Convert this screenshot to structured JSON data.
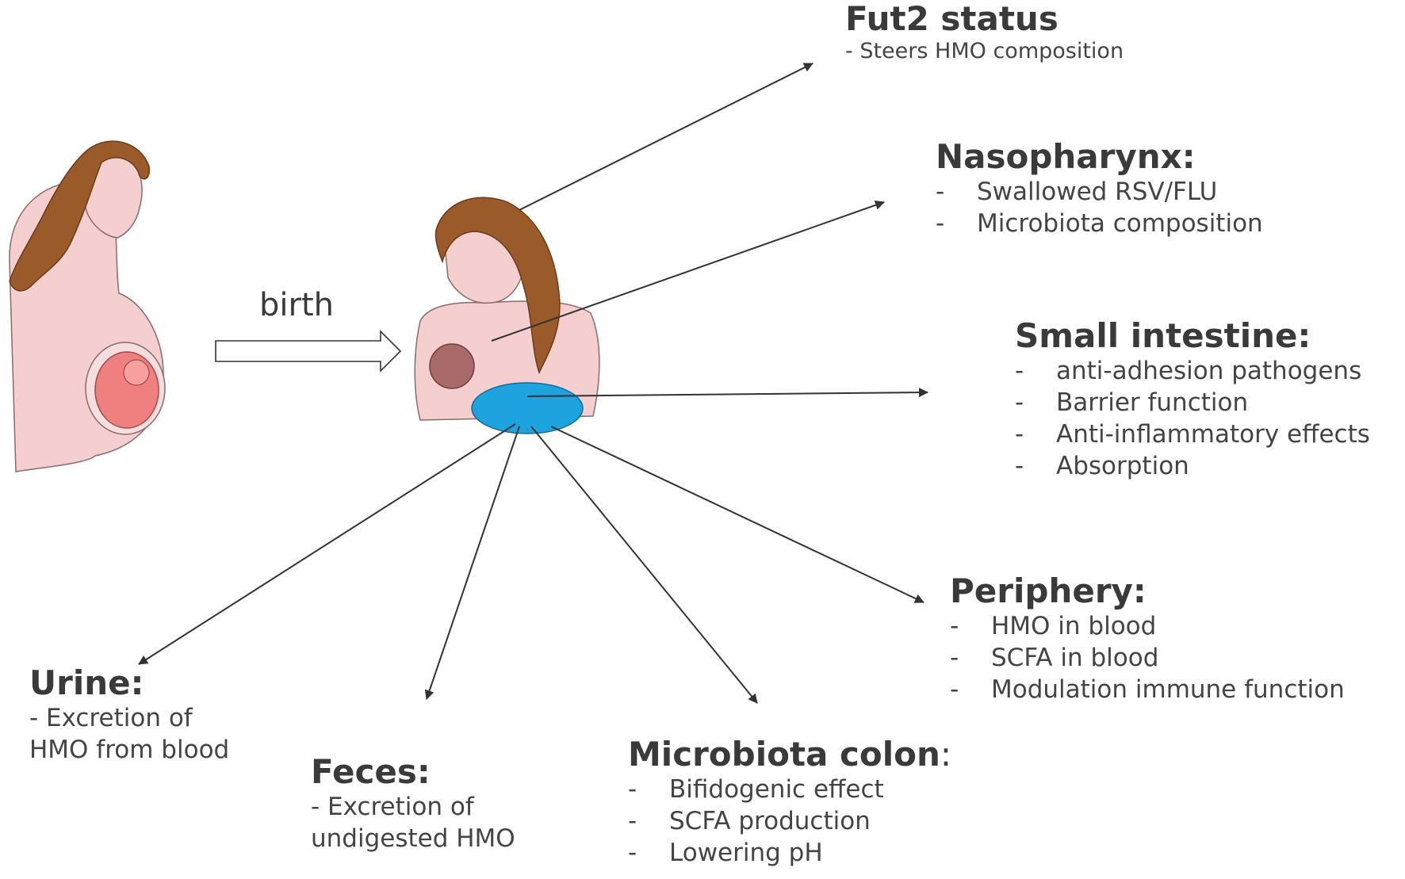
{
  "figure": {
    "transition_label": "birth",
    "colors": {
      "skin": "#f5cfcf",
      "hair": "#9a5a2a",
      "fetus": "#f08080",
      "blanket": "#1ea3df",
      "infant_head": "#a96a6a",
      "arrow": "#333333"
    },
    "nodes": {
      "fut2": {
        "title": "Fut2 status",
        "items": [
          "- Steers HMO composition"
        ]
      },
      "nasopharynx": {
        "title": "Nasopharynx:",
        "items": [
          "Swallowed RSV/FLU",
          "Microbiota composition"
        ]
      },
      "small_intestine": {
        "title": "Small intestine:",
        "items": [
          "anti-adhesion pathogens",
          "Barrier function",
          "Anti-inflammatory effects",
          "Absorption"
        ]
      },
      "periphery": {
        "title": "Periphery:",
        "items": [
          "HMO in blood",
          "SCFA in blood",
          "Modulation immune function"
        ]
      },
      "urine": {
        "title": "Urine:",
        "items": [
          "- Excretion of",
          "HMO from blood"
        ]
      },
      "feces": {
        "title": "Feces:",
        "items": [
          "- Excretion of",
          "undigested HMO"
        ]
      },
      "microbiota_colon": {
        "title": "Microbiota colon",
        "title_suffix": ":",
        "items": [
          "Bifidogenic effect",
          "SCFA production",
          "Lowering pH"
        ]
      }
    }
  }
}
